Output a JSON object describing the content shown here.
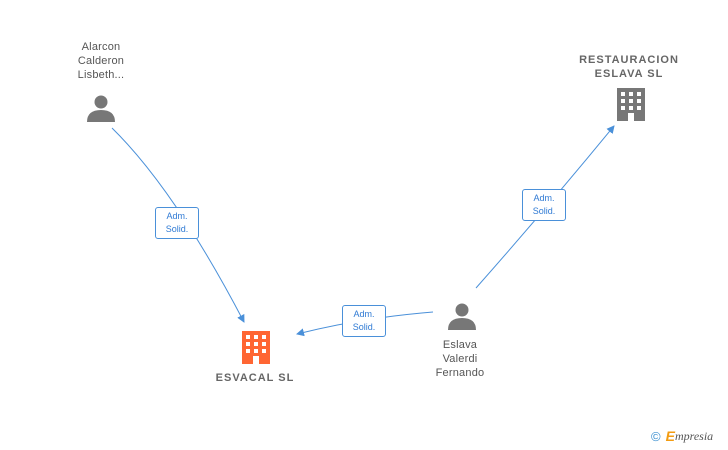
{
  "nodes": {
    "alarcon": {
      "name_lines": [
        "Alarcon",
        "Calderon",
        "Lisbeth..."
      ],
      "icon": "person-icon",
      "color": "#777777"
    },
    "restauracion": {
      "name_lines": [
        "RESTAURACION",
        "ESLAVA SL"
      ],
      "icon": "building-icon",
      "color": "#777777"
    },
    "esvacal": {
      "name_lines": [
        "ESVACAL SL"
      ],
      "icon": "building-icon",
      "color": "#ff6633"
    },
    "eslava": {
      "name_lines": [
        "Eslava",
        "Valerdi",
        "Fernando"
      ],
      "icon": "person-icon",
      "color": "#777777"
    }
  },
  "edges": [
    {
      "id": "alarcon-esvacal",
      "label_lines": [
        "Adm.",
        "Solid."
      ]
    },
    {
      "id": "eslava-restauracion",
      "label_lines": [
        "Adm.",
        "Solid."
      ]
    },
    {
      "id": "eslava-esvacal",
      "label_lines": [
        "Adm.",
        "Solid."
      ]
    }
  ],
  "footer": {
    "copyright": "©",
    "brand_first": "E",
    "brand_rest": "mpresia"
  },
  "colors": {
    "edge": "#4a90d9"
  }
}
